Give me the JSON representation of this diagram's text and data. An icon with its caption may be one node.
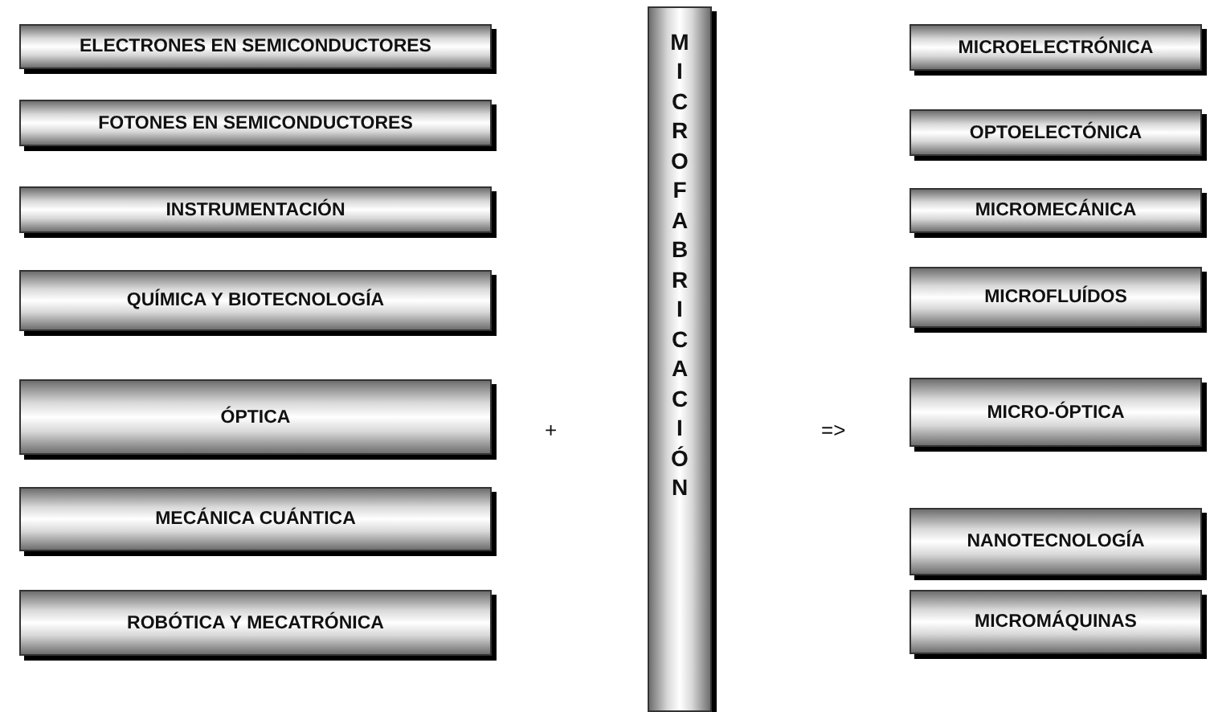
{
  "diagram": {
    "nodes": [
      {
        "text": [
          "ELECTRONES EN SEMICONDUCTORES"
        ]
      },
      {
        "text": [
          "FOTONES EN SEMICONDUCTORES"
        ]
      },
      {
        "text": [
          "INSTRUMENTACIÓN"
        ]
      },
      {
        "text": [
          "QUÍMICA Y BIOTECNOLOGÍA"
        ]
      },
      {
        "text": [
          "ÓPTICA"
        ]
      },
      {
        "text": [
          "MECÁNICA CUÁNTICA"
        ]
      },
      {
        "text": [
          "ROBÓTICA Y MECATRÓNICA"
        ]
      },
      {
        "text": [
          "MICROFABRICACIÓN"
        ]
      },
      {
        "text": [
          "MICROELECTRÓNICA"
        ]
      },
      {
        "text": [
          "OPTOELECTÓNICA"
        ]
      },
      {
        "text": [
          "MICROMECÁNICA"
        ]
      },
      {
        "text": [
          "MICROFLUÍDOS"
        ]
      },
      {
        "text": [
          "MICRO-ÓPTICA"
        ]
      },
      {
        "text": [
          "NANOTECNOLOGÍA"
        ]
      },
      {
        "text": [
          "MICROMÁQUINAS"
        ]
      }
    ],
    "labels": [
      "+",
      "=>"
    ]
  }
}
